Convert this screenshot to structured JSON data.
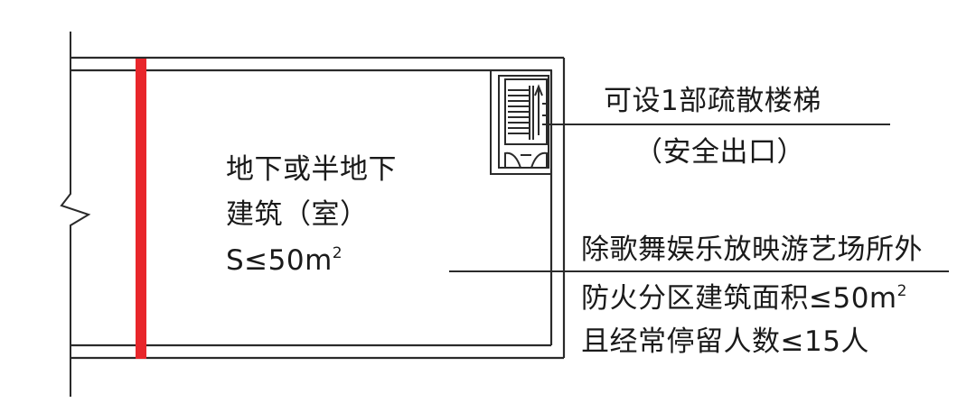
{
  "room": {
    "line1": "地下或半地下",
    "line2": "建筑（室）",
    "area_text": "S≤50m",
    "area_sup": "2"
  },
  "stair": {
    "label": "可设1部疏散楼梯",
    "sublabel": "（安全出口）"
  },
  "conditions": {
    "line1": "除歌舞娱乐放映游艺场所外",
    "line2_text": "防火分区建筑面积≤50m",
    "line2_sup": "2",
    "line3": "且经常停留人数≤15人"
  },
  "colors": {
    "wall": "#2a2a2a",
    "highlight": "#e8262b",
    "text": "#1a1a1a"
  }
}
